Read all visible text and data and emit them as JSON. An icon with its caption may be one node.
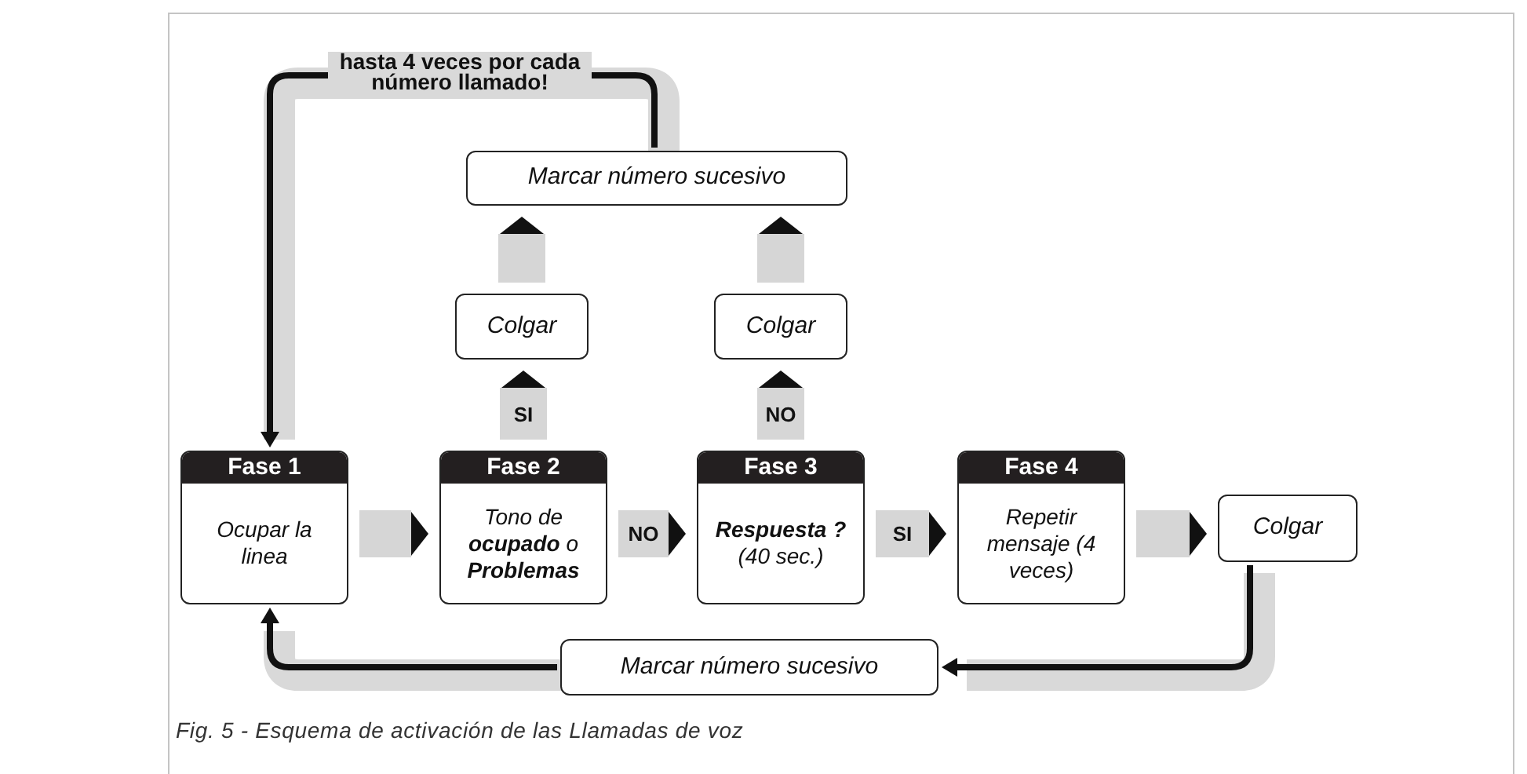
{
  "diagram": {
    "caption": "Fig. 5 - Esquema de activación de las Llamadas de voz",
    "nodes": [
      {
        "text": [
          "Fase 1",
          "Ocupar la linea"
        ]
      },
      {
        "text": [
          "Fase 2",
          "Tono de **ocupado** o **Problemas**"
        ]
      },
      {
        "text": [
          "Fase 3",
          "**Respuesta ?** (40 sec.)"
        ]
      },
      {
        "text": [
          "Fase 4",
          "Repetir mensaje (4 veces)"
        ]
      },
      {
        "text": [
          "Colgar"
        ]
      },
      {
        "text": [
          "Colgar"
        ]
      },
      {
        "text": [
          "Colgar"
        ]
      },
      {
        "text": [
          "Marcar número sucesivo"
        ]
      },
      {
        "text": [
          "Marcar número sucesivo"
        ]
      }
    ],
    "edges": [
      {
        "from": 0,
        "to": 1,
        "arrow": "to"
      },
      {
        "from": 1,
        "to": 2,
        "arrow": "to",
        "label": "NO"
      },
      {
        "from": 2,
        "to": 3,
        "arrow": "to",
        "label": "SI"
      },
      {
        "from": 3,
        "to": 4,
        "arrow": "to"
      },
      {
        "from": 1,
        "to": 5,
        "arrow": "to",
        "label": "SI"
      },
      {
        "from": 2,
        "to": 6,
        "arrow": "to",
        "label": "NO"
      },
      {
        "from": 5,
        "to": 7,
        "arrow": "to"
      },
      {
        "from": 6,
        "to": 7,
        "arrow": "to"
      },
      {
        "from": 4,
        "to": 8,
        "arrow": "to"
      },
      {
        "from": 8,
        "to": 0,
        "arrow": "to"
      },
      {
        "from": 7,
        "to": 0,
        "arrow": "to",
        "label": "hasta 4 veces por cada número llamado!"
      }
    ]
  }
}
